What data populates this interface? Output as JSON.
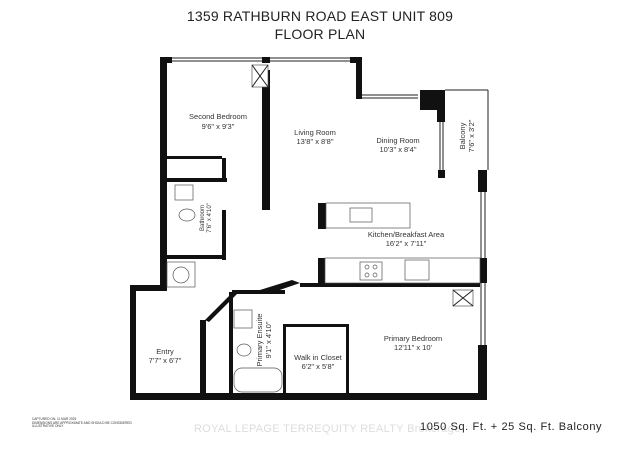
{
  "header": {
    "address": "1359 RATHBURN ROAD EAST UNIT 809",
    "subtitle": "FLOOR PLAN"
  },
  "rooms": [
    {
      "name": "Second Bedroom",
      "size": "9'6\" x 9'3\""
    },
    {
      "name": "Living Room",
      "size": "13'8\" x 8'8\""
    },
    {
      "name": "Dining Room",
      "size": "10'3\" x 8'4\""
    },
    {
      "name": "Balcony",
      "size": "7'6\" x 3'2\""
    },
    {
      "name": "Bathroom",
      "size": "7'6\" x 4'10\""
    },
    {
      "name": "Kitchen/Breakfast Area",
      "size": "16'2\" x 7'11\""
    },
    {
      "name": "Entry",
      "size": "7'7\" x 6'7\""
    },
    {
      "name": "Primary Ensuite",
      "size": "9'1\" x 4'10\""
    },
    {
      "name": "Walk in Closet",
      "size": "6'2\" x 5'8\""
    },
    {
      "name": "Primary Bedroom",
      "size": "12'11\" x 10'"
    }
  ],
  "footer": {
    "disclaimer": [
      "CAPTURED ON: 11 MAR 2025",
      "DIMENSIONS ARE APPROXIMATE AND SHOULD BE CONSIDERED",
      "ILLUSTRATIVE ONLY"
    ],
    "watermark": "ROYAL LEPAGE TERREQUITY REALTY Brokerage",
    "area": "1050 Sq. Ft. + 25 Sq. Ft. Balcony"
  }
}
